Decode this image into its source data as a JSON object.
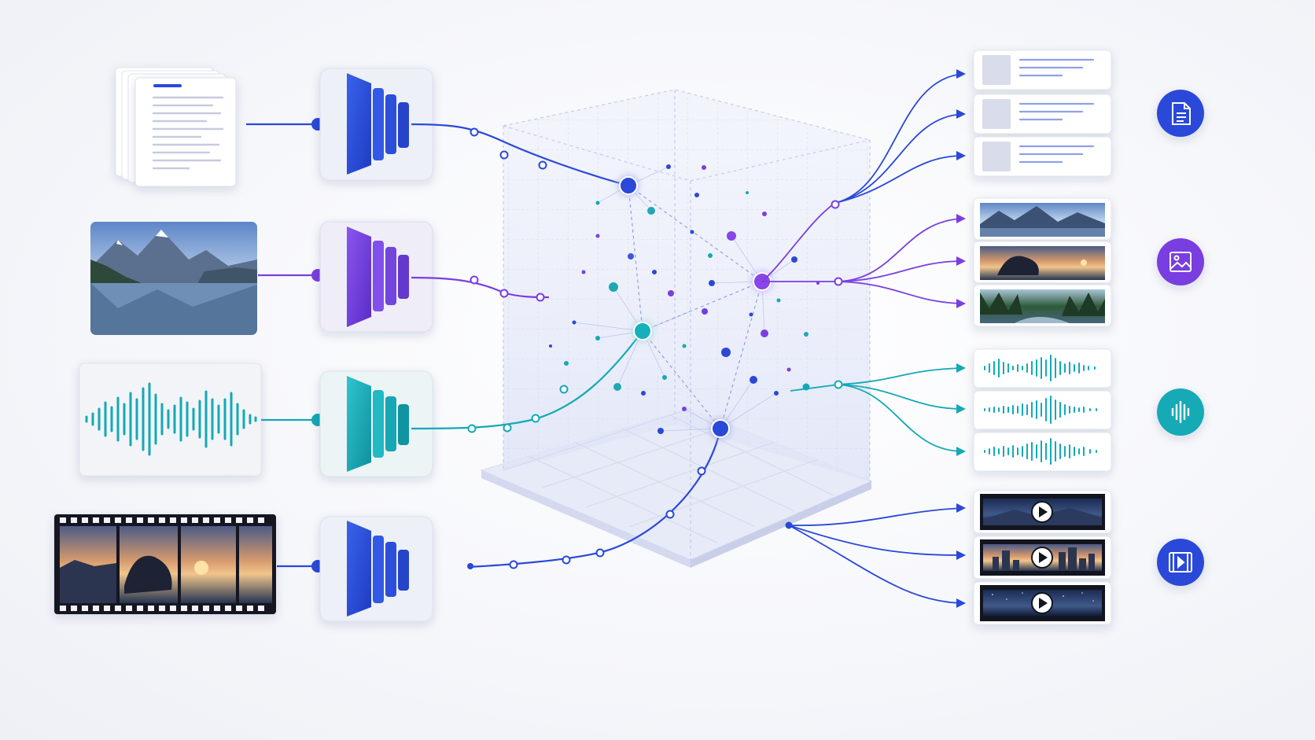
{
  "colors": {
    "text": "#2a49d8",
    "image": "#7a3ee0",
    "audio": "#13a9b6",
    "video": "#2a49d8",
    "background": "#f5f6fa",
    "card": "#ffffff"
  },
  "inputs": [
    {
      "modality": "text",
      "icon": "document-stack-icon"
    },
    {
      "modality": "image",
      "icon": "mountain-lake-photo"
    },
    {
      "modality": "audio",
      "icon": "waveform-icon"
    },
    {
      "modality": "video",
      "icon": "film-strip-icon"
    }
  ],
  "encoders": [
    {
      "modality": "text",
      "icon": "encoder-block-icon"
    },
    {
      "modality": "image",
      "icon": "encoder-block-icon"
    },
    {
      "modality": "audio",
      "icon": "encoder-block-icon"
    },
    {
      "modality": "video",
      "icon": "encoder-block-icon"
    }
  ],
  "embedding_space": {
    "icon": "vector-cube-icon",
    "hubs": [
      "text",
      "image",
      "audio",
      "video"
    ]
  },
  "outputs": [
    {
      "modality": "text",
      "items": 3,
      "icon": "document-icon"
    },
    {
      "modality": "image",
      "items": 3,
      "icon": "image-icon"
    },
    {
      "modality": "audio",
      "items": 3,
      "icon": "audio-wave-icon"
    },
    {
      "modality": "video",
      "items": 3,
      "icon": "video-icon"
    }
  ]
}
